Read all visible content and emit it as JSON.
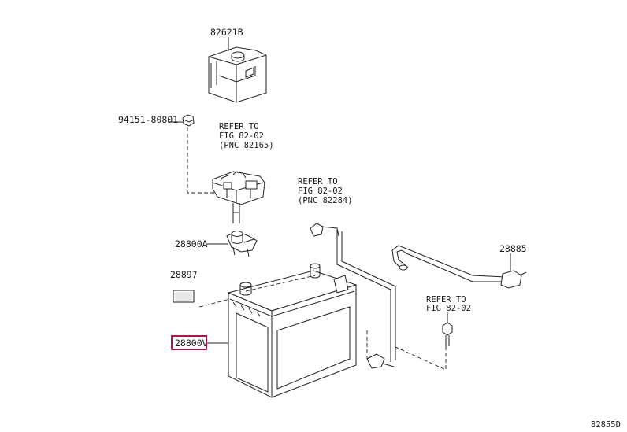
{
  "parts": {
    "top_cover": "82621B",
    "bolt": "94151-80801",
    "clamp": "28800A",
    "label": "28897",
    "battery": "28800V",
    "hose": "28885"
  },
  "refers": {
    "pnc_82165": [
      "REFER TO",
      "FIG 82-02",
      "(PNC 82165)"
    ],
    "pnc_82284": [
      "REFER TO",
      "FIG 82-02",
      "(PNC 82284)"
    ],
    "fig_only": [
      "REFER TO",
      "FIG 82-02"
    ]
  },
  "figure_code": "82855D",
  "highlight_color": "#b0124a"
}
